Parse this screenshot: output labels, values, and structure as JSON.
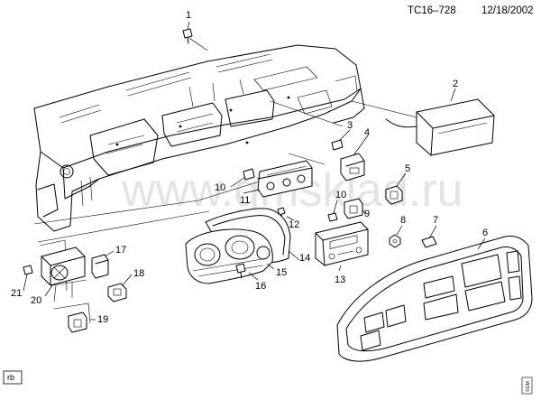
{
  "header": {
    "code": "TC16–728",
    "date": "12/18/2002"
  },
  "watermark": "www.gmsklad.ru",
  "corner_tag": "rb",
  "copyright_mark": "©GM",
  "callouts": {
    "c1": "1",
    "c2": "2",
    "c3": "3",
    "c4": "4",
    "c5": "5",
    "c6": "6",
    "c7": "7",
    "c8": "8",
    "c9": "9",
    "c10a": "10",
    "c10b": "10",
    "c11": "11",
    "c12": "12",
    "c13": "13",
    "c14": "14",
    "c15": "15",
    "c16": "16",
    "c17": "17",
    "c18": "18",
    "c19": "19",
    "c20": "20",
    "c21": "21"
  }
}
